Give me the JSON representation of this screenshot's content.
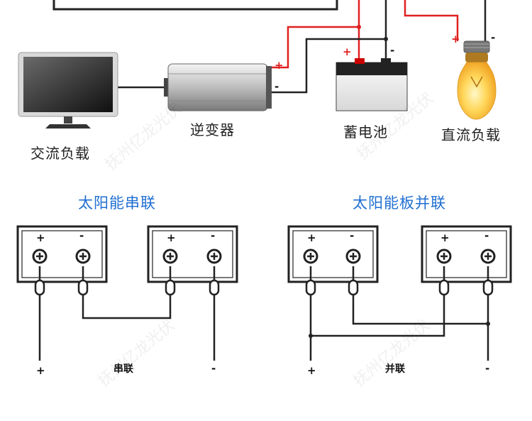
{
  "top": {
    "labels": {
      "ac_load": "交流负载",
      "inverter": "逆变器",
      "battery": "蓄电池",
      "dc_load": "直流负载"
    },
    "signs": {
      "plus": "+",
      "minus": "-"
    }
  },
  "series": {
    "title": "太阳能串联",
    "caption": "串联"
  },
  "parallel": {
    "title": "太阳能板并联",
    "caption": "并联"
  },
  "terminal_signs": {
    "plus": "+",
    "minus": "-"
  },
  "watermark": "抚州亿龙光伏",
  "colors": {
    "title_blue": "#1f6fd1",
    "wire_red": "#e02020",
    "wire_black": "#222222"
  }
}
